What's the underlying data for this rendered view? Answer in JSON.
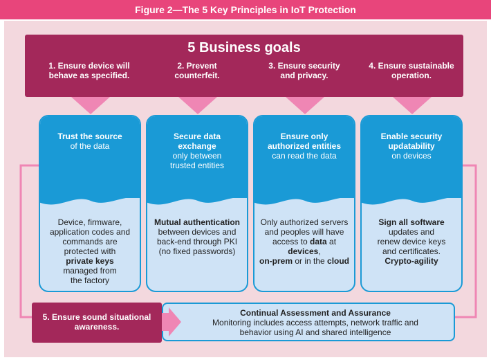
{
  "figure_title": "Figure 2—The 5 Key Principles in IoT Protection",
  "goals": {
    "title": "5 Business goals",
    "items": [
      [
        "1. Ensure device will",
        "behave as specified."
      ],
      [
        "2. Prevent",
        "counterfeit."
      ],
      [
        "3. Ensure security",
        "and privacy."
      ],
      [
        "4. Ensure sustainable",
        "operation."
      ]
    ]
  },
  "cards": [
    {
      "head_bold": [
        "Trust the source"
      ],
      "head_plain": [
        "of the data"
      ],
      "body": [
        [
          {
            "t": "Device, firmware,",
            "b": false
          }
        ],
        [
          {
            "t": "application codes and",
            "b": false
          }
        ],
        [
          {
            "t": "commands are",
            "b": false
          }
        ],
        [
          {
            "t": "protected with",
            "b": false
          }
        ],
        [
          {
            "t": "private keys",
            "b": true
          }
        ],
        [
          {
            "t": "managed from",
            "b": false
          }
        ],
        [
          {
            "t": "the factory",
            "b": false
          }
        ]
      ]
    },
    {
      "head_bold": [
        "Secure data",
        "exchange"
      ],
      "head_plain": [
        "only between",
        "trusted entities"
      ],
      "body": [
        [
          {
            "t": "Mutual authentication",
            "b": true
          }
        ],
        [
          {
            "t": "between devices and",
            "b": false
          }
        ],
        [
          {
            "t": "back-end through PKI",
            "b": false
          }
        ],
        [
          {
            "t": "(no fixed passwords)",
            "b": false
          }
        ]
      ]
    },
    {
      "head_bold": [
        "Ensure only",
        "authorized entities"
      ],
      "head_plain": [
        "can read the data"
      ],
      "body": [
        [
          {
            "t": "Only authorized servers",
            "b": false
          }
        ],
        [
          {
            "t": "and peoples will have",
            "b": false
          }
        ],
        [
          {
            "t": "access to ",
            "b": false
          },
          {
            "t": "data",
            "b": true
          },
          {
            "t": " at ",
            "b": false
          },
          {
            "t": "devices",
            "b": true
          },
          {
            "t": ",",
            "b": false
          }
        ],
        [
          {
            "t": "on-prem",
            "b": true
          },
          {
            "t": " or in the ",
            "b": false
          },
          {
            "t": "cloud",
            "b": true
          }
        ]
      ]
    },
    {
      "head_bold": [
        "Enable security",
        "updatability"
      ],
      "head_plain": [
        "on devices"
      ],
      "body": [
        [
          {
            "t": "Sign all software",
            "b": true
          }
        ],
        [
          {
            "t": "updates and",
            "b": false
          }
        ],
        [
          {
            "t": "renew device keys",
            "b": false
          }
        ],
        [
          {
            "t": "and certificates.",
            "b": false
          }
        ],
        [
          {
            "t": "Crypto-agility",
            "b": true
          }
        ]
      ]
    }
  ],
  "awareness": [
    "5. Ensure sound situational",
    "awareness."
  ],
  "assessment": {
    "title": "Continual Assessment and Assurance",
    "lines": [
      "Monitoring includes access attempts, network traffic and",
      "behavior using AI and shared intelligence"
    ]
  },
  "colors": {
    "title_bar": "#e8457b",
    "panel": "#f3d8de",
    "goals": "#a3285a",
    "card_head": "#1a9ad6",
    "card_body": "#cfe3f6",
    "arrow": "#ef86b4"
  }
}
